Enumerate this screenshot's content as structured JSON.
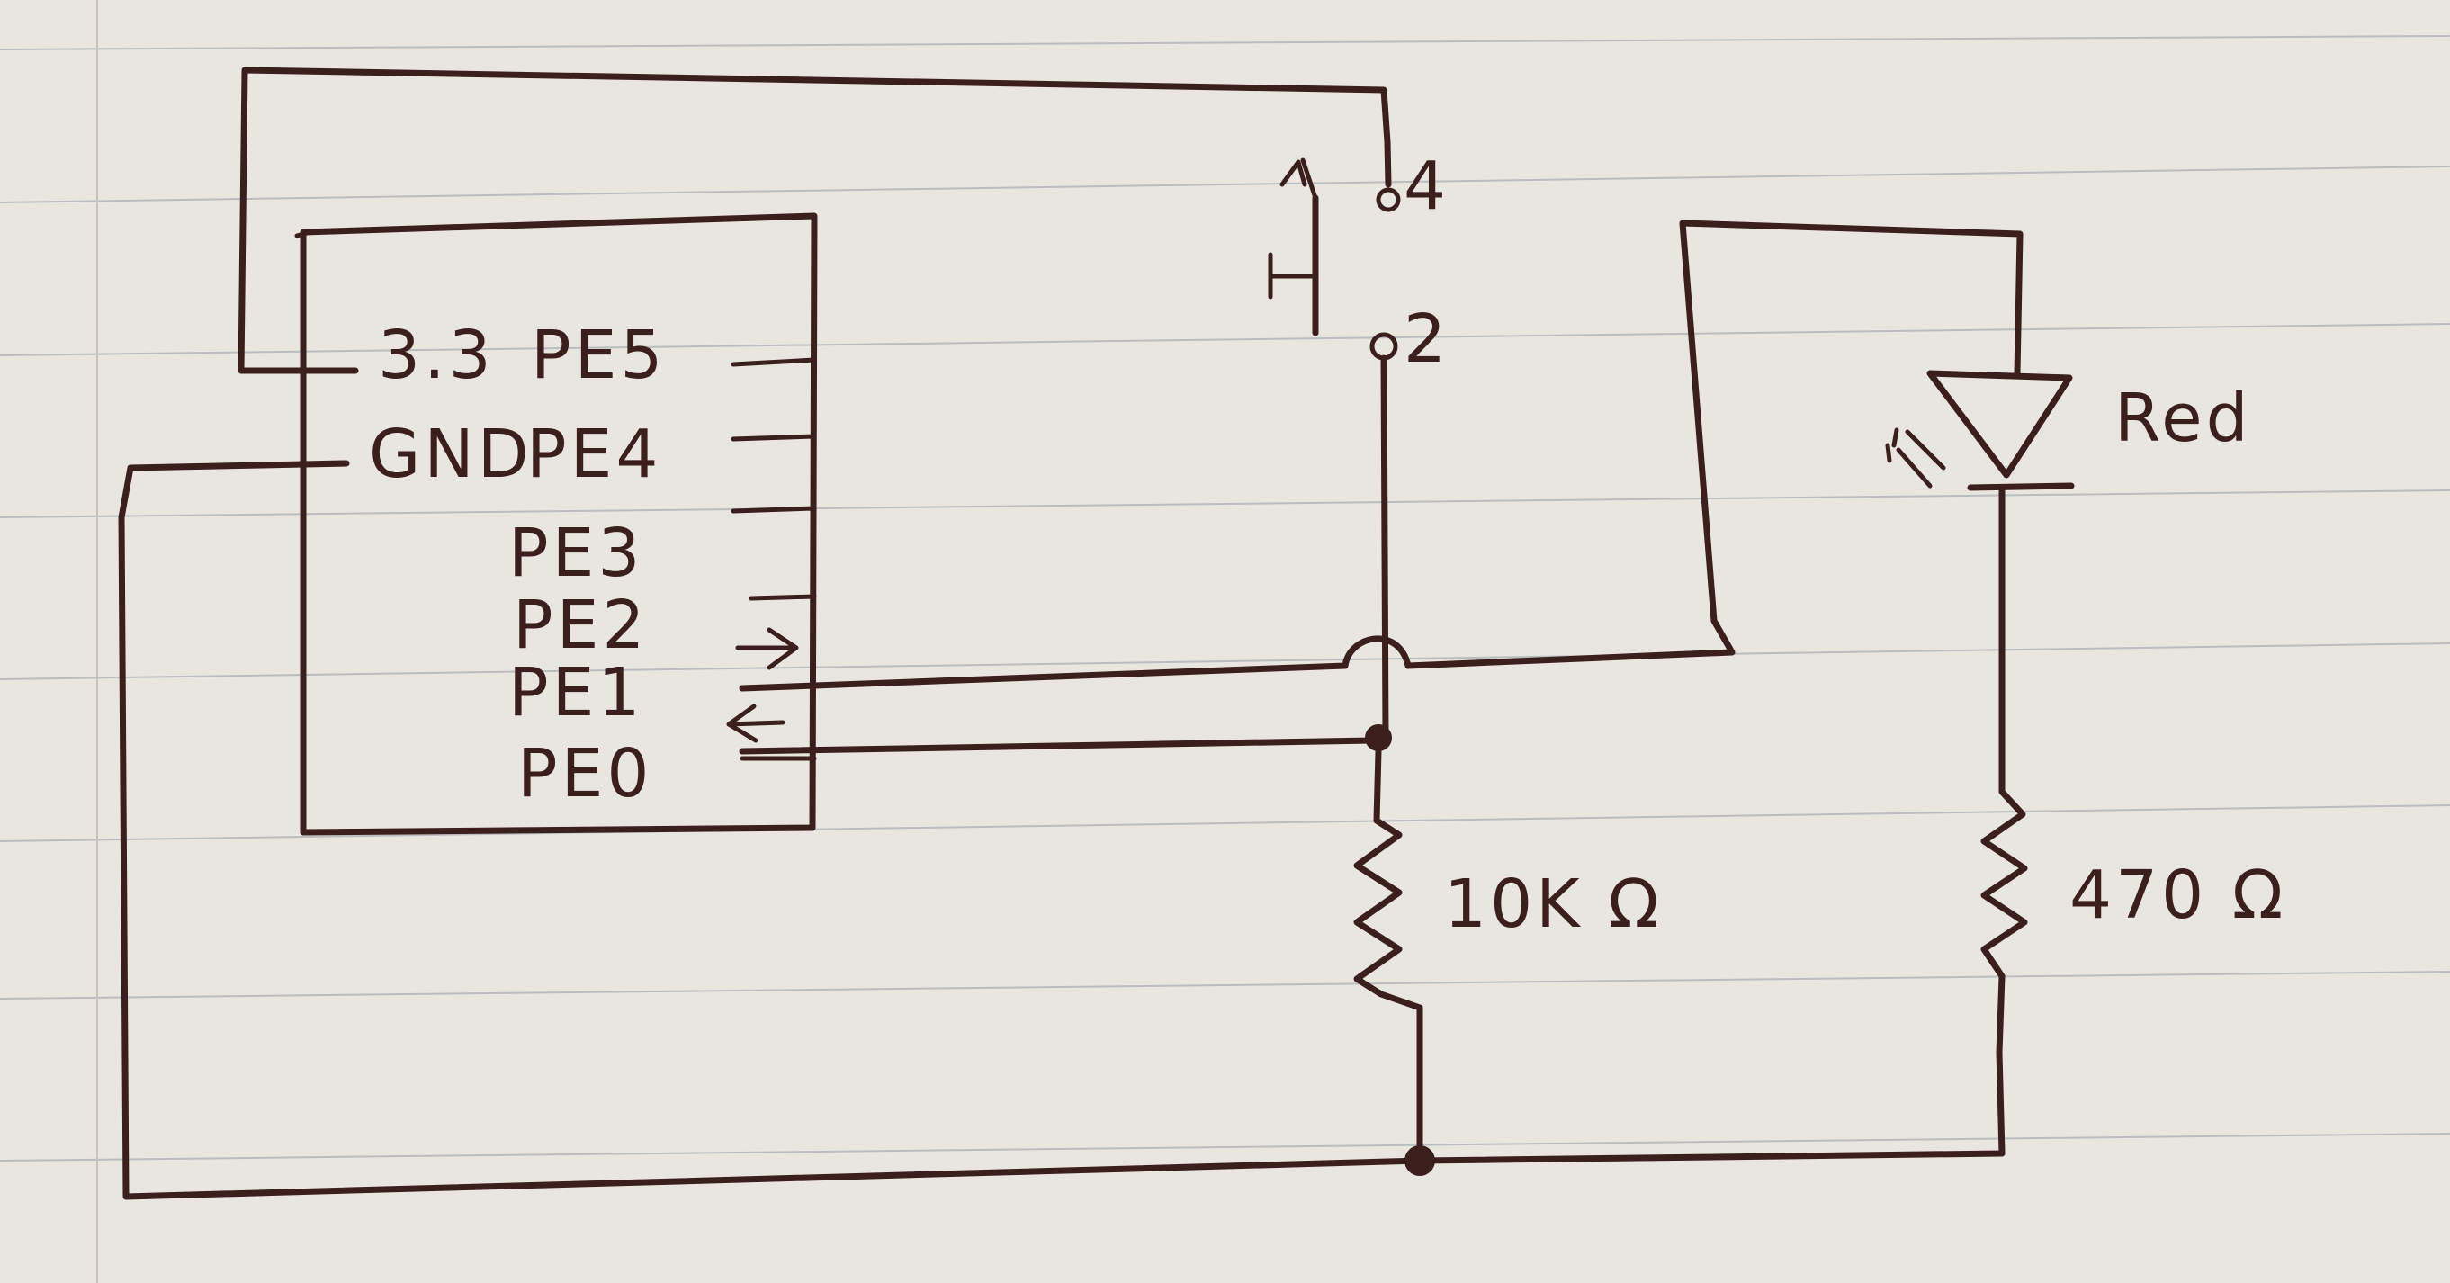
{
  "mcu": {
    "power_labels": [
      "3.3",
      "GND"
    ],
    "pins": [
      "PE5",
      "PE4",
      "PE3",
      "PE2",
      "PE1",
      "PE0"
    ]
  },
  "switch": {
    "terminal_top": "4",
    "terminal_bottom": "2"
  },
  "pulldown_resistor": {
    "value": "10K Ω"
  },
  "led": {
    "color_label": "Red"
  },
  "led_resistor": {
    "value": "470 Ω"
  },
  "colors": {
    "ink": "#3b1f1c",
    "paper": "#e9e6df",
    "rule": "#b9bcc0"
  }
}
